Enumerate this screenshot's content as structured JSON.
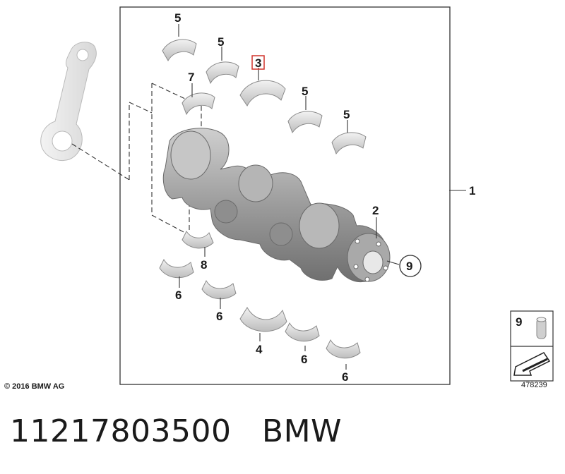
{
  "diagram": {
    "callouts": {
      "c1": "1",
      "c2": "2",
      "c3": "3",
      "c4": "4",
      "c5a": "5",
      "c5b": "5",
      "c5c": "5",
      "c5d": "5",
      "c6a": "6",
      "c6b": "6",
      "c6c": "6",
      "c6d": "6",
      "c7": "7",
      "c8": "8",
      "c9": "9"
    },
    "legend_box": {
      "number": "9"
    }
  },
  "footer": {
    "copyright": "© 2016 BMW AG",
    "reference": "478239",
    "part_line": "11217803500   BMW"
  },
  "colors": {
    "frame": "#333333",
    "highlight": "#d0342c",
    "part_fill": "#e4e4e4",
    "part_shadow": "#9a9a9a"
  }
}
